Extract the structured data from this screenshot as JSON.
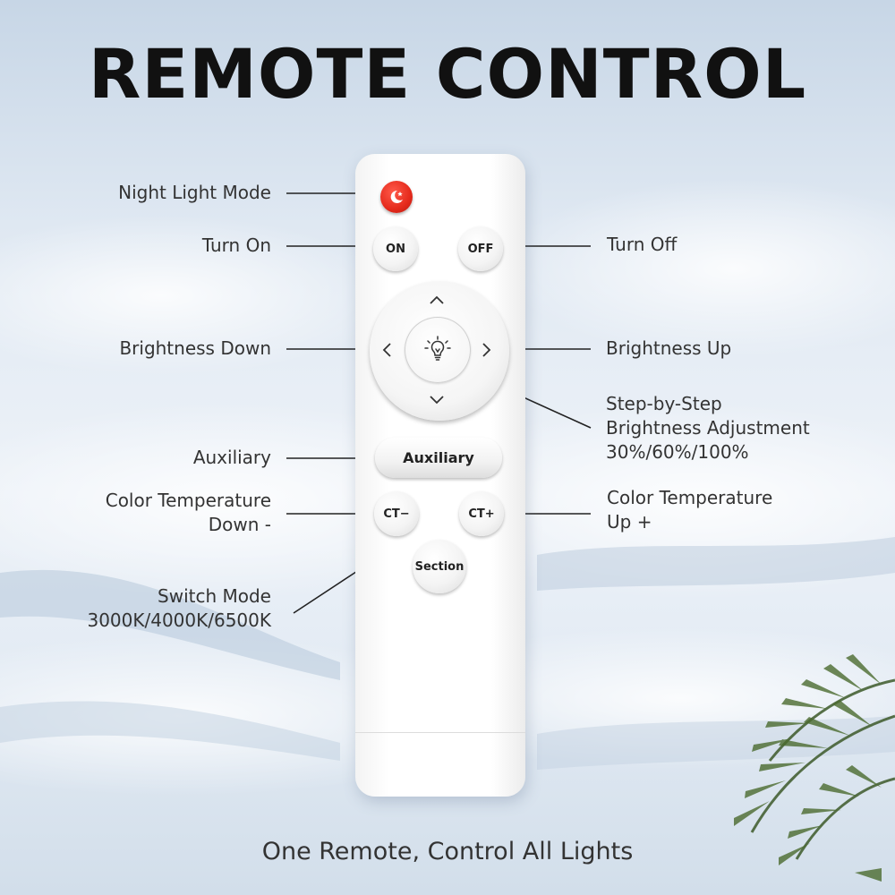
{
  "title": "REMOTE CONTROL",
  "footer": "One Remote, Control All Lights",
  "buttons": {
    "on": "ON",
    "off": "OFF",
    "auxiliary": "Auxiliary",
    "ct_down": "CT−",
    "ct_up": "CT+",
    "section": "Section"
  },
  "labels": {
    "night_light_mode": "Night Light Mode",
    "turn_on": "Turn On",
    "turn_off": "Turn Off",
    "brightness_down": "Brightness Down",
    "brightness_up": "Brightness Up",
    "step_line1": "Step-by-Step",
    "step_line2": "Brightness Adjustment",
    "step_line3": "30%/60%/100%",
    "auxiliary": "Auxiliary",
    "ct_down_line1": "Color Temperature",
    "ct_down_line2": "Down -",
    "ct_up_line1": "Color Temperature",
    "ct_up_line2": "Up +",
    "switch_mode_line1": "Switch Mode",
    "switch_mode_line2": "3000K/4000K/6500K"
  },
  "icons": {
    "night": "moon-star-icon",
    "center": "light-bulb-icon",
    "up": "chevron-up-icon",
    "down": "chevron-down-icon",
    "left": "chevron-left-icon",
    "right": "chevron-right-icon"
  },
  "colors": {
    "night_button": "#e52a1c",
    "title": "#111111",
    "text": "#333333"
  }
}
